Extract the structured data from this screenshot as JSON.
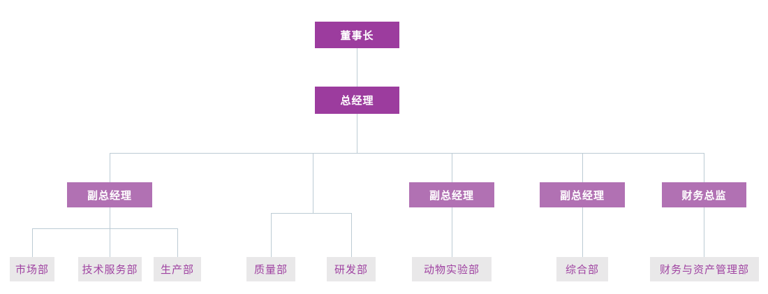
{
  "diagram": {
    "type": "org-chart",
    "colors": {
      "level1_fill": "#9C3C9E",
      "level2_fill": "#B171B3",
      "dept_fill": "#E9E8E9",
      "dept_text": "#9F42A1",
      "label_text": "#FFFFFF",
      "line": "#BCCBD4",
      "background": "#FFFFFF"
    },
    "nodes": [
      {
        "id": "chairman",
        "label": "董事长",
        "level": 1,
        "parent": null
      },
      {
        "id": "gm",
        "label": "总经理",
        "level": 2,
        "parent": "chairman"
      },
      {
        "id": "vp1",
        "label": "副总经理",
        "level": 3,
        "parent": "gm"
      },
      {
        "id": "vp2",
        "label": "副总经理",
        "level": 3,
        "parent": "gm"
      },
      {
        "id": "vp3",
        "label": "副总经理",
        "level": 3,
        "parent": "gm"
      },
      {
        "id": "cfo",
        "label": "财务总监",
        "level": 3,
        "parent": "gm"
      },
      {
        "id": "market",
        "label": "市场部",
        "level": 4,
        "parent": "vp1"
      },
      {
        "id": "techsvc",
        "label": "技术服务部",
        "level": 4,
        "parent": "vp1"
      },
      {
        "id": "production",
        "label": "生产部",
        "level": 4,
        "parent": "vp1"
      },
      {
        "id": "quality",
        "label": "质量部",
        "level": 4,
        "parent": "gm"
      },
      {
        "id": "rnd",
        "label": "研发部",
        "level": 4,
        "parent": "gm"
      },
      {
        "id": "animal",
        "label": "动物实验部",
        "level": 4,
        "parent": "vp2"
      },
      {
        "id": "general",
        "label": "综合部",
        "level": 4,
        "parent": "vp3"
      },
      {
        "id": "finassets",
        "label": "财务与资产管理部",
        "level": 4,
        "parent": "cfo"
      }
    ]
  }
}
